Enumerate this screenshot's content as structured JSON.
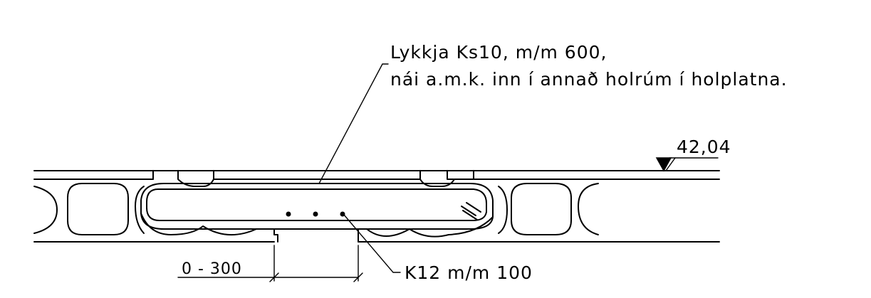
{
  "annotation_loop": {
    "line1": "Lykkja Ks10, m/m 600,",
    "line2": "nái a.m.k. inn í annað holrúm í holplatna."
  },
  "level_mark": "42,04",
  "rebar_label": "K12 m/m 100",
  "dimension_label": "0 - 300"
}
